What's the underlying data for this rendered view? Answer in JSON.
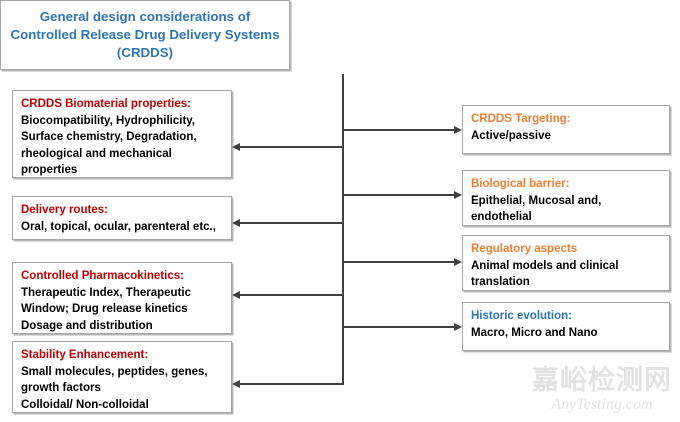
{
  "title": {
    "text": "General design considerations of\nControlled Release Drug Delivery Systems\n(CRDDS)",
    "color": "#2E74B5"
  },
  "colors": {
    "red": "#C00000",
    "orange": "#ED7D31",
    "blue": "#2E74B5",
    "line": "#404040",
    "border": "#A6A6A6"
  },
  "left_boxes": [
    {
      "heading": "CRDDS Biomaterial properties:",
      "body": "Biocompatibility, Hydrophilicity,\nSurface chemistry, Degradation,\nrheological and mechanical\nproperties",
      "heading_color": "#C00000"
    },
    {
      "heading": "Delivery routes:",
      "body": "Oral, topical, ocular, parenteral etc.,",
      "heading_color": "#C00000"
    },
    {
      "heading": "Controlled Pharmacokinetics:",
      "body": "Therapeutic Index, Therapeutic\nWindow; Drug release kinetics\nDosage and distribution",
      "heading_color": "#C00000"
    },
    {
      "heading": "Stability Enhancement:",
      "body": "Small molecules, peptides, genes,\ngrowth factors\nColloidal/ Non-colloidal",
      "heading_color": "#C00000"
    }
  ],
  "right_boxes": [
    {
      "heading": "CRDDS Targeting:",
      "body": "Active/passive",
      "heading_color": "#ED7D31"
    },
    {
      "heading": "Biological barrier:",
      "body": "Epithelial, Mucosal and,\nendothelial",
      "heading_color": "#ED7D31"
    },
    {
      "heading": "Regulatory aspects",
      "body": "Animal models and clinical\ntranslation",
      "heading_color": "#ED7D31"
    },
    {
      "heading": "Historic evolution:",
      "body": "Macro, Micro and Nano",
      "heading_color": "#2E74B5"
    }
  ],
  "watermark": {
    "chinese": "嘉峪检测网",
    "english": "AnyTesting.com"
  }
}
